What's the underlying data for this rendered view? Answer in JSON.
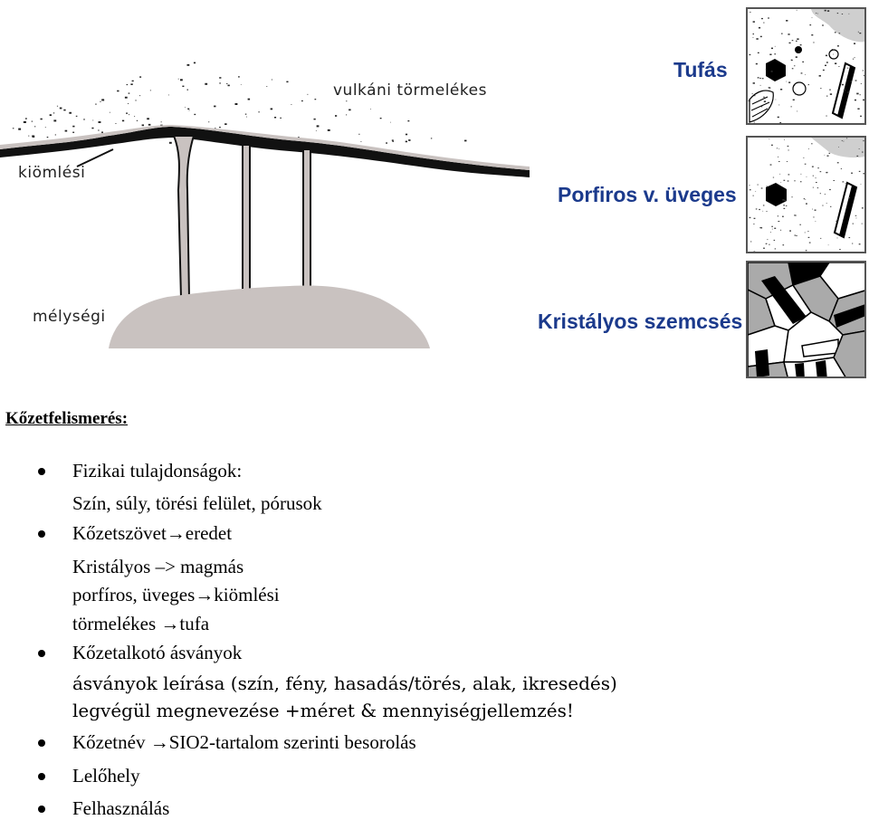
{
  "diagram": {
    "labels": {
      "volcanic_debris": "vulkáni törmelékes",
      "effusive": "kiömlési",
      "deep": "mélységi"
    }
  },
  "textures": [
    {
      "label": "Tufás"
    },
    {
      "label": "Porfiros v. üveges"
    },
    {
      "label": "Kristályos szemcsés"
    }
  ],
  "section": {
    "heading": "Kőzetfelismerés:",
    "items": [
      {
        "bullet": true,
        "text": "Fizikai tulajdonságok:"
      },
      {
        "bullet": false,
        "text": "Szín, súly, törési felület, pórusok"
      },
      {
        "bullet": true,
        "text": "Kőzetszövet→eredet"
      },
      {
        "bullet": false,
        "text": "Kristályos –> magmás"
      },
      {
        "bullet": false,
        "text": "porfíros, üveges→kiömlési"
      },
      {
        "bullet": false,
        "text": "törmelékes →tufa"
      },
      {
        "bullet": true,
        "text": "Kőzetalkotó ásványok"
      },
      {
        "bullet": false,
        "text": "ásványok leírása (szín, fény, hasadás/törés, alak, ikresedés)"
      },
      {
        "bullet": false,
        "text": "legvégül megnevezése +méret & mennyiségjellemzés!"
      },
      {
        "bullet": true,
        "text": "Kőzetnév →SIO2-tartalom szerinti besorolás"
      },
      {
        "bullet": true,
        "text": "Lelőhely"
      },
      {
        "bullet": true,
        "text": "Felhasználás"
      }
    ]
  }
}
